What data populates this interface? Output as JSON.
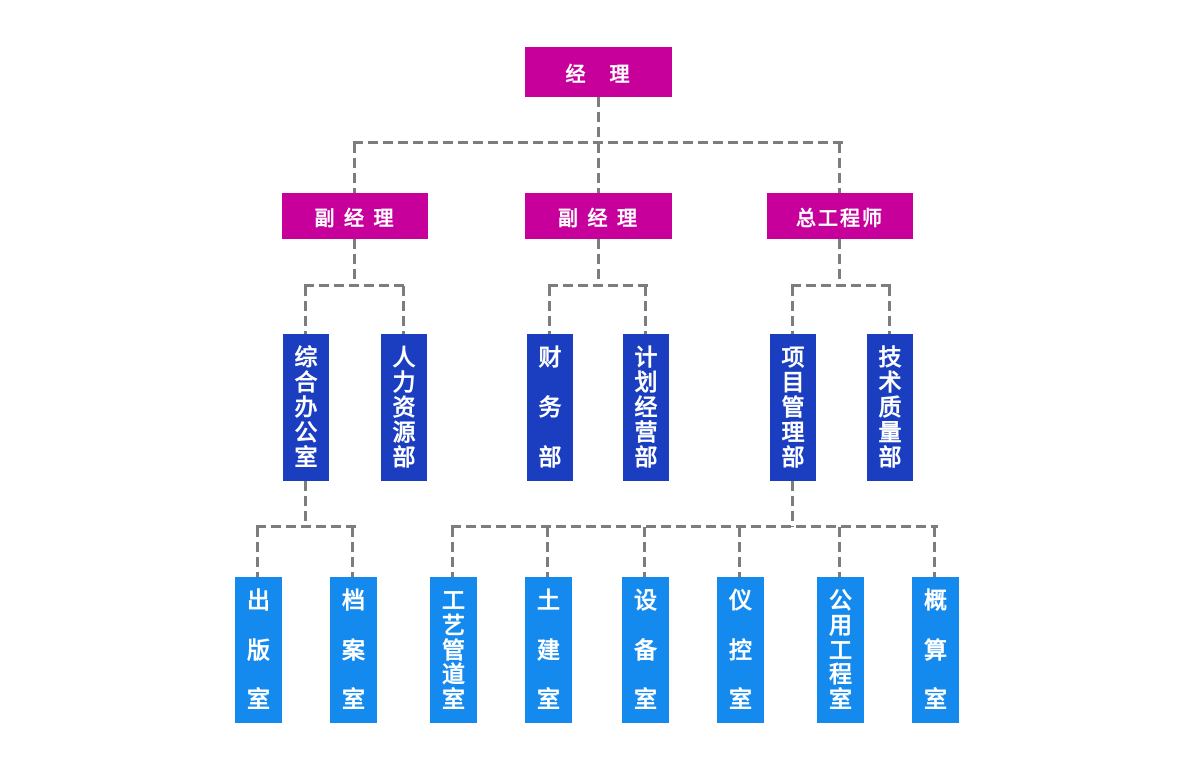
{
  "diagram": {
    "type": "org-chart",
    "manager": {
      "label": "经　理"
    },
    "deputies": [
      {
        "label": "副 经 理"
      },
      {
        "label": "副 经 理"
      },
      {
        "label": "总工程师"
      }
    ],
    "departments": [
      {
        "label": "综合办公室"
      },
      {
        "label": "人力资源部"
      },
      {
        "label": "财务部"
      },
      {
        "label": "计划经营部"
      },
      {
        "label": "项目管理部"
      },
      {
        "label": "技术质量部"
      }
    ],
    "offices": [
      {
        "label": "出版室"
      },
      {
        "label": "档案室"
      },
      {
        "label": "工艺管道室"
      },
      {
        "label": "土建室"
      },
      {
        "label": "设备室"
      },
      {
        "label": "仪控室"
      },
      {
        "label": "公用工程室"
      },
      {
        "label": "概算室"
      }
    ],
    "colors": {
      "executive": "#c7009b",
      "department": "#1b3ec1",
      "office": "#1489ee",
      "connector": "#7d7d7d",
      "text": "#ffffff",
      "background": "#ffffff"
    }
  }
}
